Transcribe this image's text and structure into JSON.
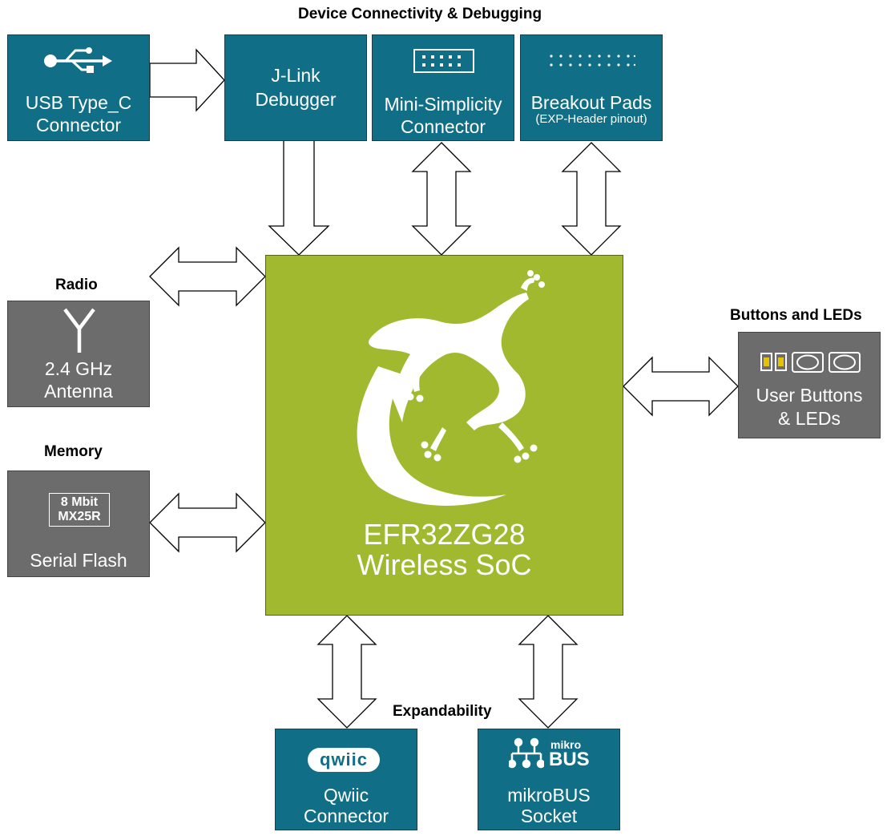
{
  "headings": {
    "connectivity": "Device Connectivity & Debugging",
    "radio": "Radio",
    "memory": "Memory",
    "buttons": "Buttons and LEDs",
    "expandability": "Expandability"
  },
  "blocks": {
    "usb": {
      "line1": "USB Type_C",
      "line2": "Connector",
      "icon": "usb-icon"
    },
    "jlink": {
      "line1": "J-Link",
      "line2": "Debugger"
    },
    "mini": {
      "line1": "Mini-Simplicity",
      "line2": "Connector",
      "icon": "pin-header-icon"
    },
    "breakout": {
      "line1": "Breakout Pads",
      "line2": "(EXP-Header pinout)",
      "icon": "pad-dots-icon"
    },
    "antenna": {
      "line1": "2.4 GHz",
      "line2": "Antenna",
      "icon": "antenna-icon"
    },
    "flash": {
      "chip_line1": "8 Mbit",
      "chip_line2": "MX25R",
      "label": "Serial Flash"
    },
    "buttons": {
      "line1": "User Buttons",
      "line2": "& LEDs",
      "icon": "buttons-leds-icon"
    },
    "qwiic": {
      "logo": "qwiic",
      "line1": "Qwiic",
      "line2": "Connector"
    },
    "mikrobus": {
      "logo_top": "mikro",
      "logo_bottom": "BUS",
      "line1": "mikroBUS",
      "line2": "Socket"
    },
    "soc": {
      "line1": "EFR32ZG28",
      "line2": "Wireless SoC",
      "icon": "gecko-logo-icon"
    }
  },
  "colors": {
    "teal": "#106f87",
    "grey": "#6d6c6c",
    "soc_green": "#a1b92e",
    "led_yellow": "#e6c200"
  }
}
